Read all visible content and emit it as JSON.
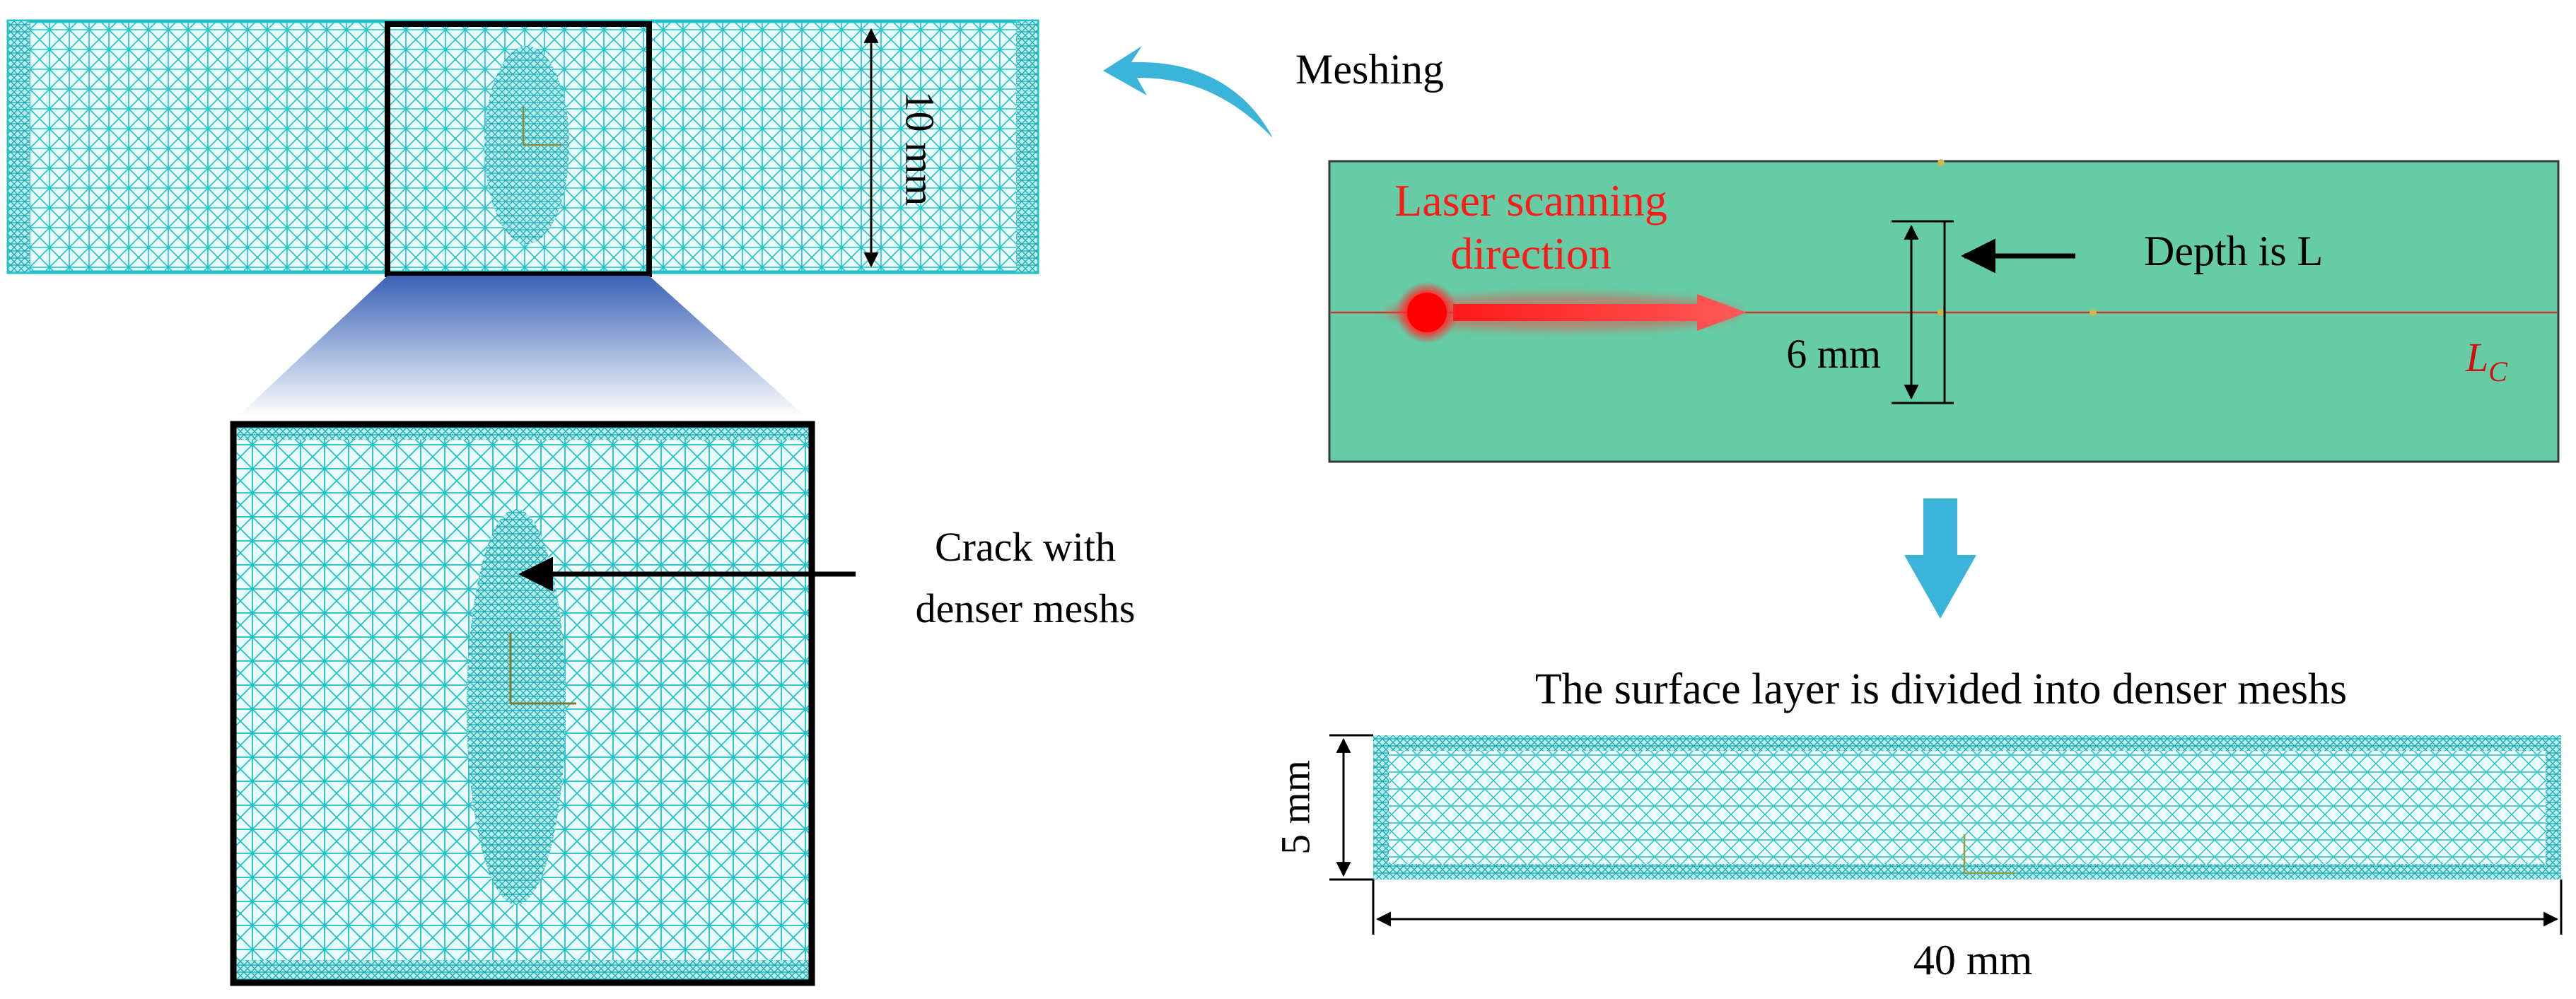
{
  "labels": {
    "meshing": "Meshing",
    "dim_10mm": "10 mm",
    "laser_line1": "Laser scanning",
    "laser_line2": "direction",
    "depth": "Depth is L",
    "dim_6mm": "6 mm",
    "lc": "L",
    "lc_sub": "C",
    "crack_line1": "Crack with",
    "crack_line2": "denser meshs",
    "surface": "The surface layer is divided into denser meshs",
    "dim_5mm": "5 mm",
    "dim_40mm": "40 mm"
  },
  "colors": {
    "mesh": "#1fc2c8",
    "model": "#66cca6",
    "laser": "#ff1a1a",
    "arrow_blue": "#3ab4d8",
    "frame": "#000000"
  }
}
